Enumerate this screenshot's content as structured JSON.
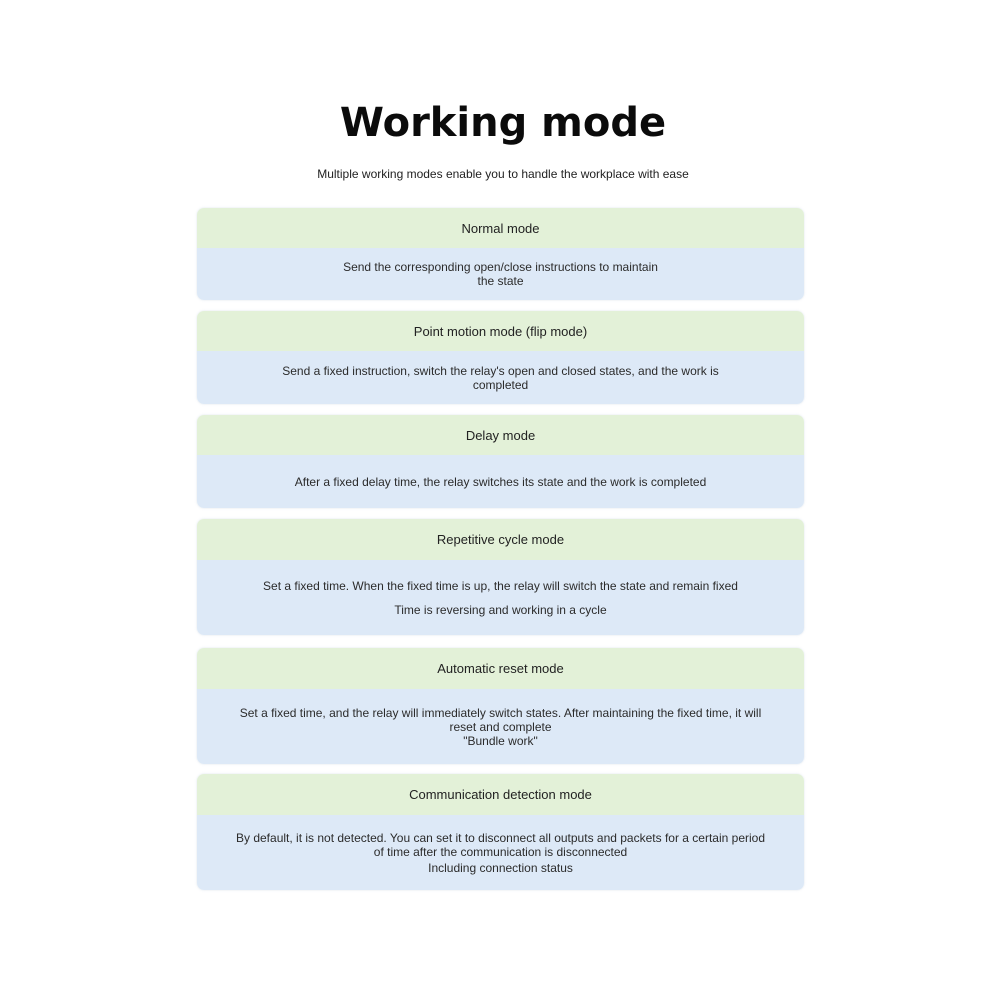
{
  "header": {
    "title": "Working mode",
    "subtitle": "Multiple working modes enable you to handle the workplace with ease"
  },
  "modes": [
    {
      "title": "Normal mode",
      "lines": [
        "Send the corresponding open/close instructions to maintain the state"
      ]
    },
    {
      "title": "Point motion mode (flip mode)",
      "lines": [
        "Send a fixed instruction, switch the relay's open and closed states, and the work is completed"
      ]
    },
    {
      "title": "Delay mode",
      "lines": [
        "After a fixed delay time, the relay switches its state and the work is completed"
      ]
    },
    {
      "title": "Repetitive cycle mode",
      "lines": [
        "Set a fixed time. When the fixed time is up, the relay will switch the state and remain fixed",
        "Time is reversing and working in a cycle"
      ]
    },
    {
      "title": "Automatic reset mode",
      "lines": [
        "Set a fixed time, and the relay will immediately switch states. After maintaining the fixed time, it will reset and complete",
        "\"Bundle work\""
      ]
    },
    {
      "title": "Communication detection mode",
      "lines": [
        "By default, it is not detected. You can set it to disconnect all outputs and packets for a certain period of time after the communication is disconnected",
        "Including connection status"
      ]
    }
  ],
  "colors": {
    "card_header_bg": "#e3f1d8",
    "card_body_bg": "#dde9f7",
    "title_text": "#0b0b0b"
  }
}
